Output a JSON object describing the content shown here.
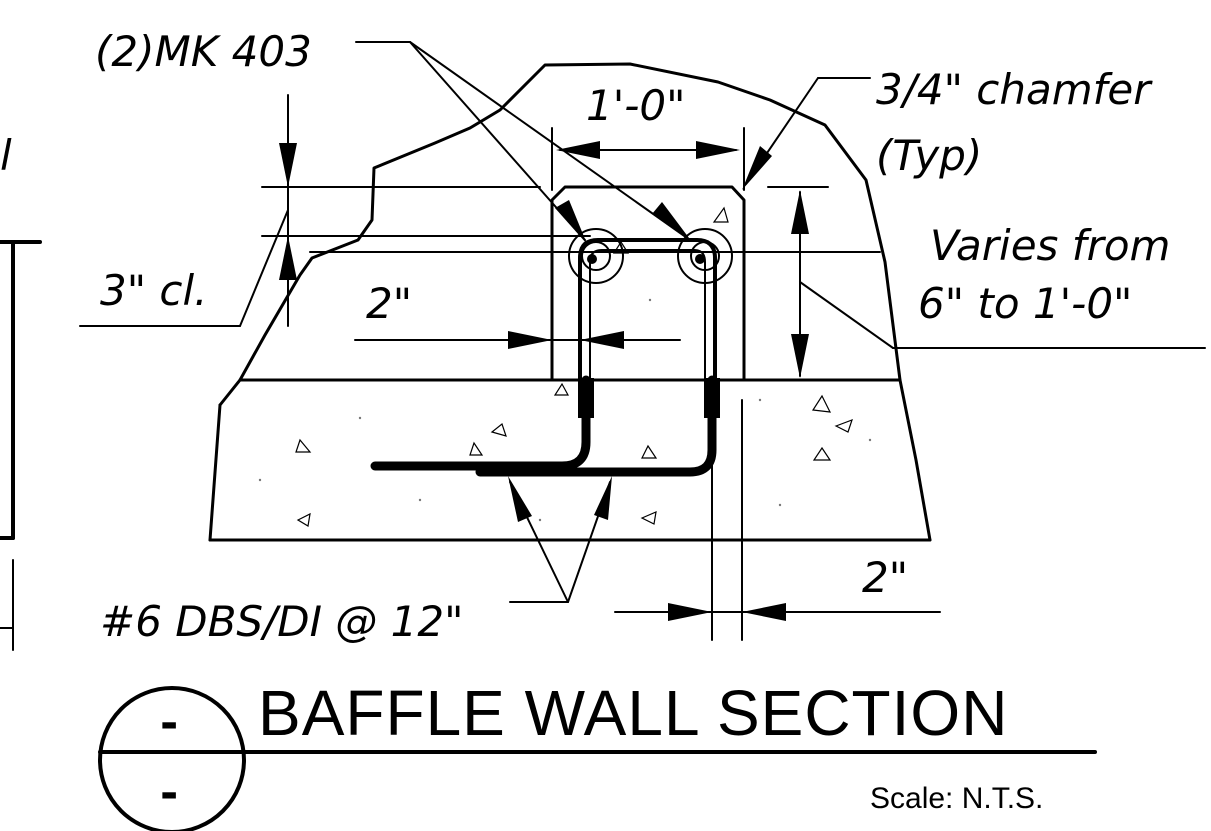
{
  "labels": {
    "mk403": "(2)MK 403",
    "chamfer_line1": "3/4\" chamfer",
    "chamfer_line2": "(Typ)",
    "width_1ft": "1'-0\"",
    "varies_line1": "Varies from",
    "varies_line2": "6\" to 1'-0\"",
    "clear_3in": "3\" cl.",
    "dim_2in_left": "2\"",
    "dim_2in_right": "2\"",
    "dowels": "#6 DBS/DI @ 12\"",
    "edge_partial": "l"
  },
  "title_block": {
    "title": "BAFFLE WALL SECTION",
    "scale": "Scale: N.T.S.",
    "detail_number": "-",
    "sheet_number": "-"
  }
}
